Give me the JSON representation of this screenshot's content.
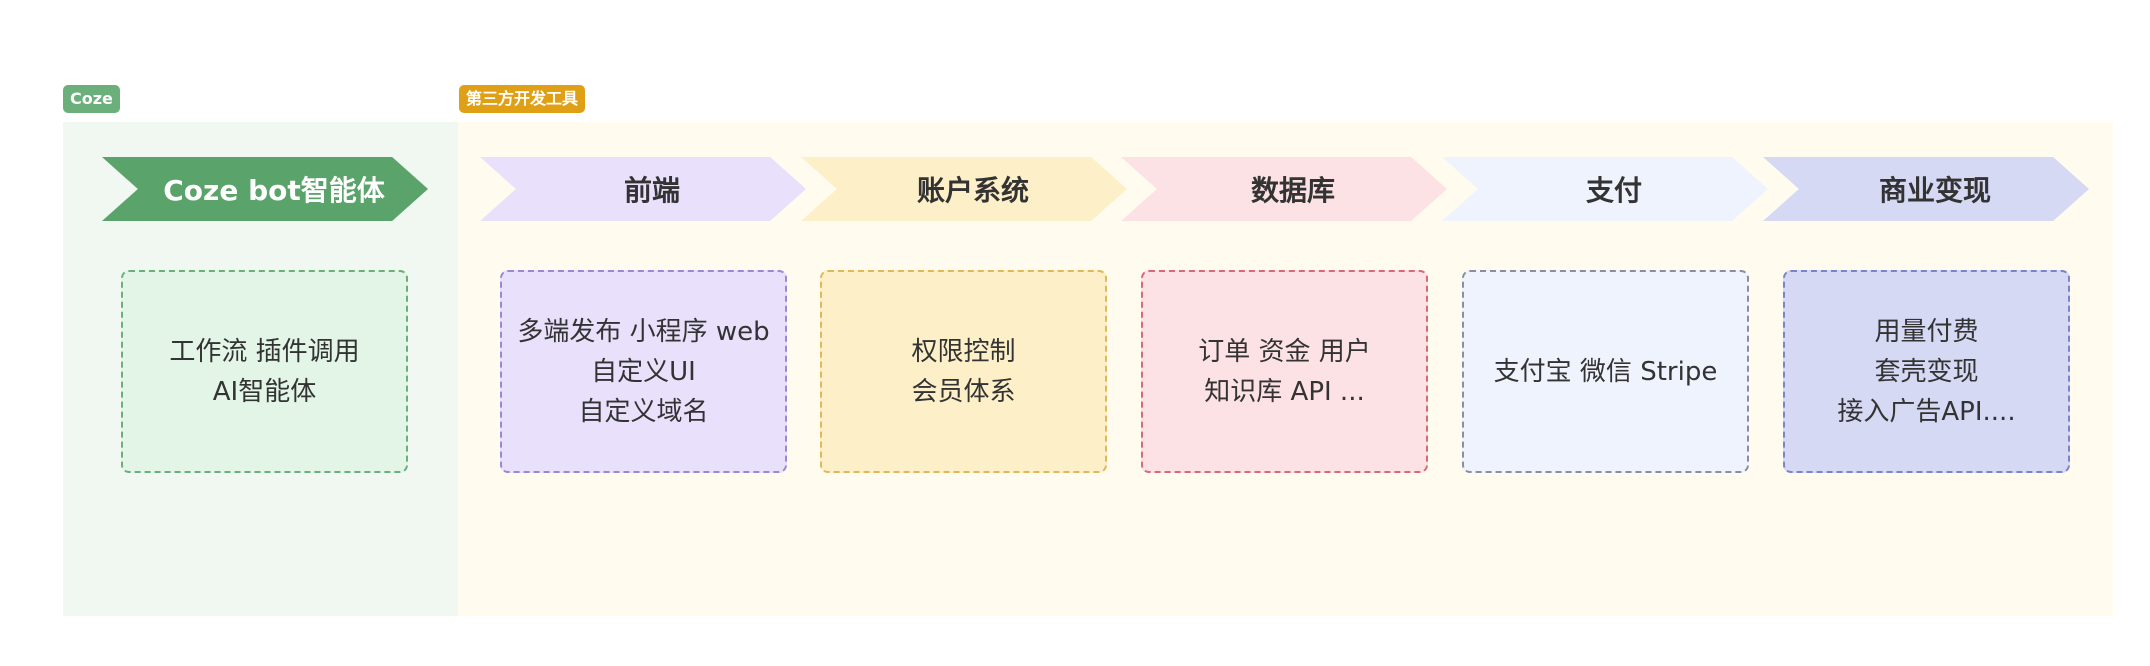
{
  "tags": {
    "coze": "Coze",
    "third_party": "第三方开发工具"
  },
  "coze": {
    "header": "Coze bot智能体",
    "card_lines": [
      "工作流 插件调用",
      "AI智能体"
    ]
  },
  "stages": [
    {
      "header": "前端",
      "lines": [
        "多端发布 小程序 web",
        "自定义UI",
        "自定义域名"
      ]
    },
    {
      "header": "账户系统",
      "lines": [
        "权限控制",
        "会员体系"
      ]
    },
    {
      "header": "数据库",
      "lines": [
        "订单 资金  用户",
        "知识库  API ..."
      ]
    },
    {
      "header": "支付",
      "lines": [
        "支付宝 微信 Stripe"
      ]
    },
    {
      "header": "商业变现",
      "lines": [
        "用量付费",
        "套壳变现",
        "接入广告API...."
      ]
    }
  ],
  "colors": {
    "coze_tag": "#6bb07a",
    "third_party_tag": "#e0a016",
    "coze_panel": "#f0f8f1",
    "third_party_panel": "#fffcef",
    "coze_chevron": "#5aa36a",
    "coze_card_bg": "#e2f5e6",
    "coze_card_border": "#6bb07a",
    "frontend": "#e9e0fc",
    "frontend_border": "#9a88d3",
    "account": "#fdf0c8",
    "account_border": "#e0b85a",
    "database": "#fde2e5",
    "database_border": "#d86a78",
    "payment": "#eef3fd",
    "payment_border": "#8a8ea0",
    "monetize": "#d5d9f4",
    "monetize_border": "#7a84c8"
  }
}
